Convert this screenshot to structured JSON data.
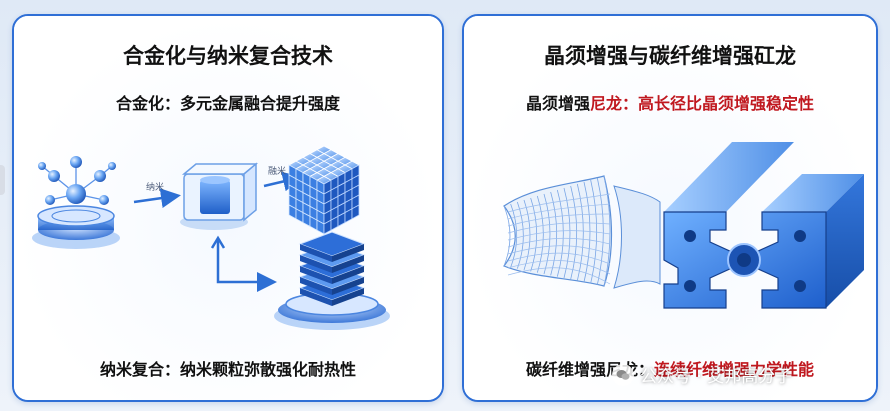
{
  "left_panel": {
    "title": "合金化与纳米复合技术",
    "subtitle_prefix": "合金化：",
    "subtitle_text": "多元金属融合提升强度",
    "arrow_label_1": "纳米",
    "arrow_label_2": "融米",
    "caption_prefix": "纳米复合：",
    "caption_text": "纳米颗粒弥散强化耐热性"
  },
  "right_panel": {
    "title": "晶须增强与碳纤维增强矼龙",
    "subtitle_prefix": "晶须增强",
    "subtitle_highlight": "尼龙：高长径比晶须增强稳定性",
    "caption_prefix": "碳纤维增强尼龙：",
    "caption_highlight": "连续纤维增强力学性能"
  },
  "watermark": {
    "text": "公众号 · 艾邦高分子",
    "icon": "wechat-icon"
  },
  "colors": {
    "border": "#2f6fd6",
    "accent_red": "#c0181f",
    "material_blue": "#2d7be0"
  }
}
